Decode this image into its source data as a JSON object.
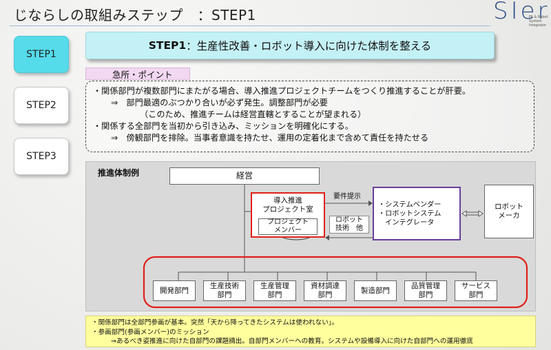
{
  "header": {
    "title": "じならしの取組みステップ　：STEP1",
    "logo_text": "SIer",
    "logo_sub": "FA & Robot System Integrator"
  },
  "steps": [
    {
      "label": "STEP1",
      "active": true
    },
    {
      "label": "STEP2",
      "active": false
    },
    {
      "label": "STEP3",
      "active": false
    }
  ],
  "banner": {
    "bold": "STEP1",
    "text": "：生産性改善・ロボット導入に向けた体制を整える"
  },
  "point_tag": "急所・ポイント",
  "points": [
    "・関係部門が複数部門にまたがる場合、導入推進プロジェクトチームをつくり推進することが肝要。",
    "⇒　部門最適のぶつかり合いが必ず発生。調整部門が必要",
    "（このため、推進チームは経営直轄とすることが望まれる）",
    "・関係する全部門を当初から引き込み、ミッションを明確化にする。",
    "⇒　傍観部門を排除。当事者意識を持たせ、運用の定着化まで含めて責任を持たせる"
  ],
  "org": {
    "title": "推進体制例",
    "management": "経営",
    "promo_office": "導入推進\nプロジェクト室",
    "project_member": "プロジェクト\nメンバー",
    "requirement": "要件提示",
    "robot_tech": "ロボット\n技術　他",
    "vendor": "・システムベンダー\n・ロボットシステム\n　インテグレータ",
    "robot_maker": "ロボット\nメーカ",
    "departments": [
      "開発部門",
      "生産技術\n部門",
      "生産管理\n部門",
      "資材調達\n部門",
      "製造部門",
      "品質管理\n部門",
      "サービス\n部門"
    ]
  },
  "notes": [
    "・関係部門は全部門参画が基本。突然「天から降ってきたシステムは使われない」。",
    "・参画部門(参画メンバー)のミッション",
    "⇒あるべき姿推進に向けた自部門の課題摘出。自部門メンバーへの教育。システムや設備導入に向けた自部門への運用徹底"
  ],
  "colors": {
    "active_step": "#55dbea",
    "banner": "#c4f1f6",
    "red_outline": "#e0201a",
    "purple_outline": "#6a3d9a",
    "notes_bg": "#ffff9e"
  }
}
